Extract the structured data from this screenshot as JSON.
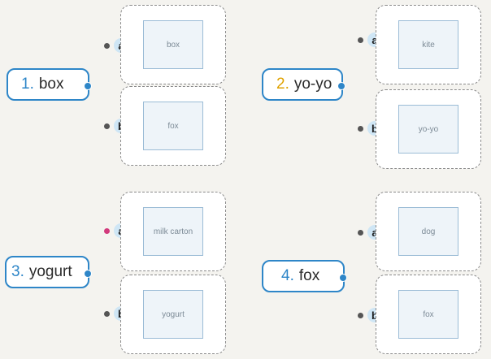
{
  "items": [
    {
      "number": "1.",
      "word": "box",
      "options": [
        {
          "letter": "a",
          "picture": "box"
        },
        {
          "letter": "b",
          "picture": "fox"
        }
      ]
    },
    {
      "number": "2.",
      "word": "yo-yo",
      "options": [
        {
          "letter": "a",
          "picture": "kite"
        },
        {
          "letter": "b",
          "picture": "yo-yo"
        }
      ]
    },
    {
      "number": "3.",
      "word": "yogurt",
      "options": [
        {
          "letter": "a",
          "picture": "milk carton"
        },
        {
          "letter": "b",
          "picture": "yogurt"
        }
      ]
    },
    {
      "number": "4.",
      "word": "fox",
      "options": [
        {
          "letter": "a",
          "picture": "dog"
        },
        {
          "letter": "b",
          "picture": "fox"
        }
      ]
    }
  ],
  "colors": {
    "accent": "#2e86c8",
    "number_yellow": "#e0a200",
    "badge": "#cfe6f5"
  }
}
